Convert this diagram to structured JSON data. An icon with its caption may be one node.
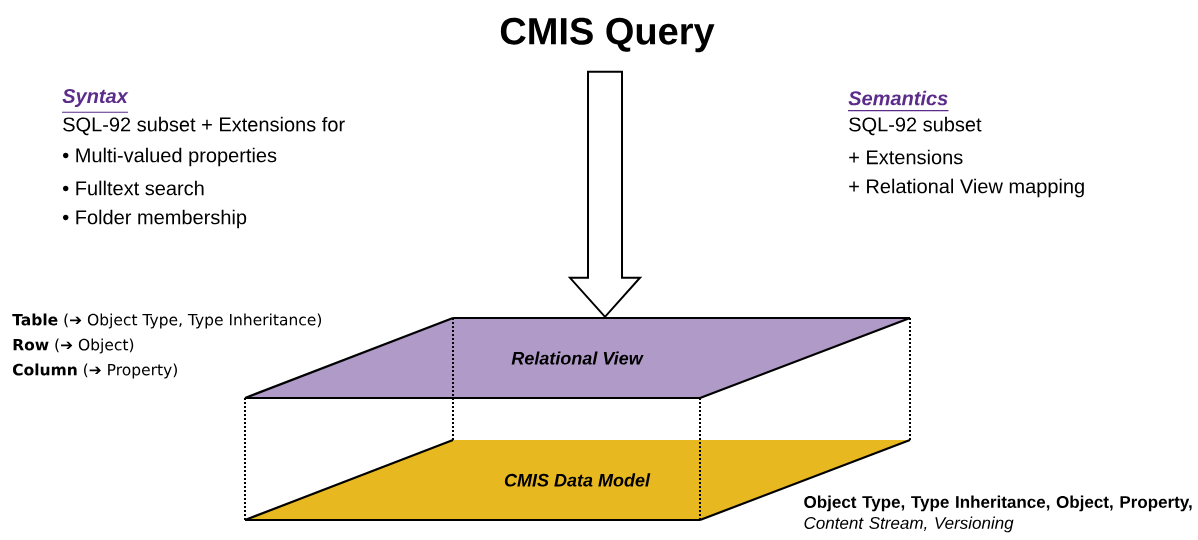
{
  "diagram": {
    "title": "CMIS Query",
    "nodes": [
      {
        "text": [
          "Relational View"
        ]
      },
      {
        "text": [
          "CMIS Data Model"
        ],
        "beside": [
          "**Object Type, Type Inheritance, Object, Property,** *Content Stream, Versioning*"
        ]
      }
    ],
    "edges": [
      {
        "from": null,
        "to": 0,
        "arrow": "to"
      },
      {
        "from": 0,
        "to": 1,
        "arrow": "none",
        "style": "dashed"
      },
      {
        "from": 0,
        "to": 1,
        "arrow": "none",
        "style": "dashed"
      },
      {
        "from": 0,
        "to": 1,
        "arrow": "none",
        "style": "dashed"
      },
      {
        "from": 0,
        "to": 1,
        "arrow": "none",
        "style": "dashed"
      }
    ],
    "labels": [
      "Syntax",
      "SQL-92 subset + Extensions for",
      "• Multi-valued properties",
      "• Fulltext search",
      "• Folder membership",
      "Semantics",
      "SQL-92 subset",
      "+ Extensions",
      "+ Relational View mapping",
      "**Table** (➔ Object Type, Type Inheritance)",
      "**Row** (➔ Object)",
      "**Column** (➔ Property)"
    ]
  }
}
